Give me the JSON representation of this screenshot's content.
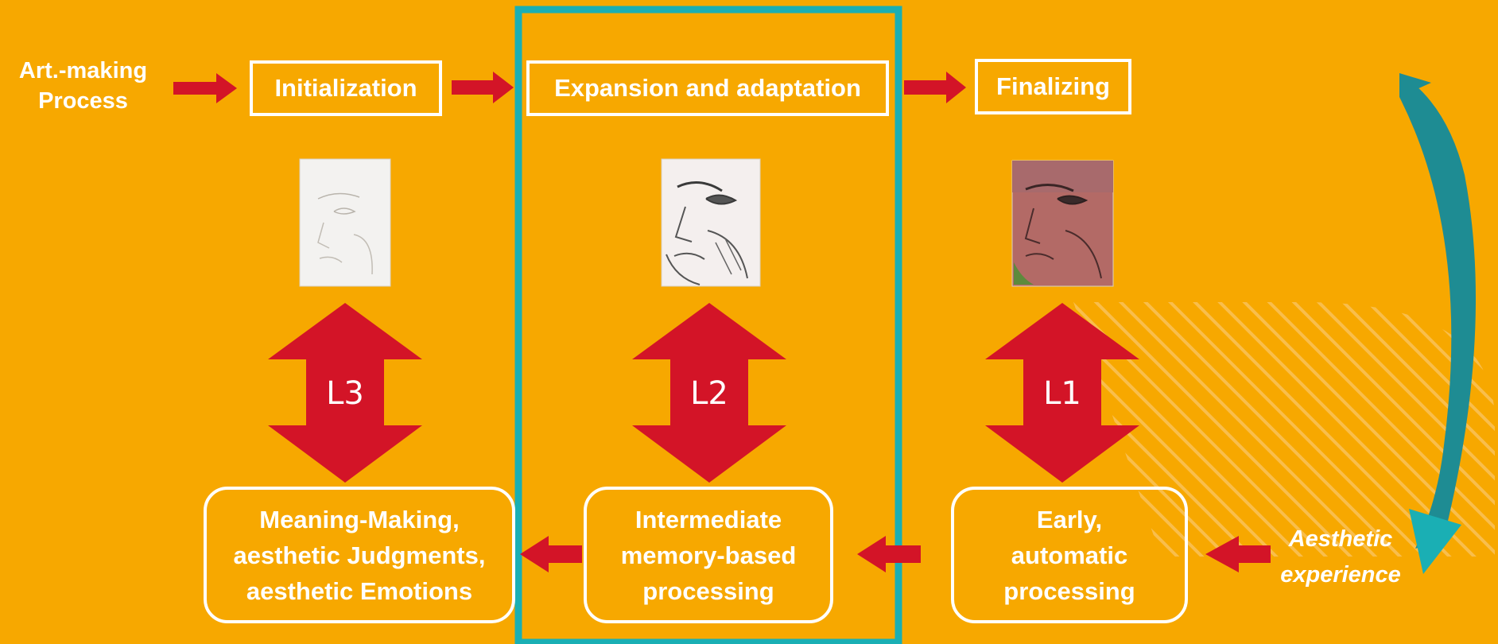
{
  "process_label": "Art.-making\nProcess",
  "stages": [
    {
      "label": "Initialization"
    },
    {
      "label": "Expansion and adaptation"
    },
    {
      "label": "Finalizing"
    }
  ],
  "levels": [
    "L3",
    "L2",
    "L1"
  ],
  "processing": [
    {
      "label": "Meaning-Making,\naesthetic Judgments,\naesthetic Emotions"
    },
    {
      "label": "Intermediate\nmemory-based\nprocessing"
    },
    {
      "label": "Early,\nautomatic\nprocessing"
    }
  ],
  "experience_label": "Aesthetic\nexperience",
  "colors": {
    "background": "#f7a800",
    "arrow_red": "#d31427",
    "highlight_teal": "#1aafb4",
    "curve_teal": "#1e8c93",
    "box_white": "#ffffff"
  },
  "icons": [
    "right-arrow-icon",
    "left-arrow-icon",
    "double-vertical-arrow-icon",
    "curved-arrow-icon"
  ]
}
